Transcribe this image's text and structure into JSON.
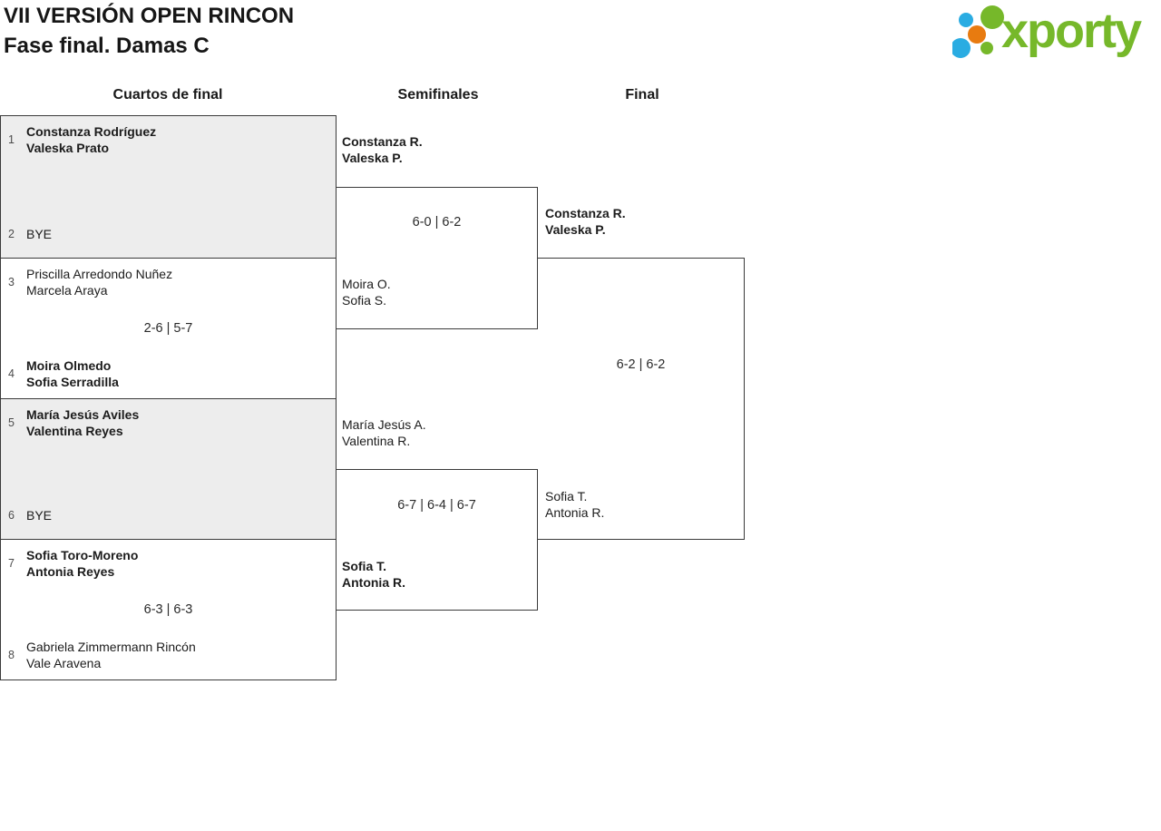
{
  "header": {
    "title_line1": "VII VERSIÓN OPEN RINCON",
    "title_line2": "Fase final. Damas C"
  },
  "logo": {
    "brand": "xporty"
  },
  "round_labels": {
    "quarterfinals": "Cuartos de final",
    "semifinals": "Semifinales",
    "final": "Final"
  },
  "bracket": {
    "quarterfinals": [
      {
        "seed_top": "1",
        "top": [
          "Constanza Rodríguez",
          "Valeska Prato"
        ],
        "seed_bottom": "2",
        "bottom": [
          "BYE"
        ],
        "score": ""
      },
      {
        "seed_top": "3",
        "top": [
          "Priscilla Arredondo Nuñez",
          "Marcela Araya"
        ],
        "seed_bottom": "4",
        "bottom": [
          "Moira Olmedo",
          "Sofia Serradilla"
        ],
        "score": "2-6 | 5-7"
      },
      {
        "seed_top": "5",
        "top": [
          "María Jesús Aviles",
          "Valentina Reyes"
        ],
        "seed_bottom": "6",
        "bottom": [
          "BYE"
        ],
        "score": ""
      },
      {
        "seed_top": "7",
        "top": [
          "Sofia Toro-Moreno",
          "Antonia Reyes"
        ],
        "seed_bottom": "8",
        "bottom": [
          "Gabriela Zimmermann Rincón",
          "Vale Aravena"
        ],
        "score": "6-3 | 6-3"
      }
    ],
    "semifinals": [
      {
        "top": [
          "Constanza R.",
          "Valeska P."
        ],
        "bottom": [
          "Moira O.",
          "Sofia S."
        ],
        "score": "6-0 | 6-2"
      },
      {
        "top": [
          "María Jesús A.",
          "Valentina R."
        ],
        "bottom": [
          "Sofia T.",
          "Antonia R."
        ],
        "score": "6-7 | 6-4 | 6-7"
      }
    ],
    "final": {
      "top": [
        "Constanza R.",
        "Valeska P."
      ],
      "bottom": [
        "Sofia T.",
        "Antonia R."
      ],
      "score": "6-2 | 6-2"
    }
  },
  "colors": {
    "brand_green": "#76b82a",
    "dot_blue": "#2aace2",
    "dot_orange": "#e87b10",
    "block_gray": "#ededed",
    "line": "#3a3a3a"
  }
}
